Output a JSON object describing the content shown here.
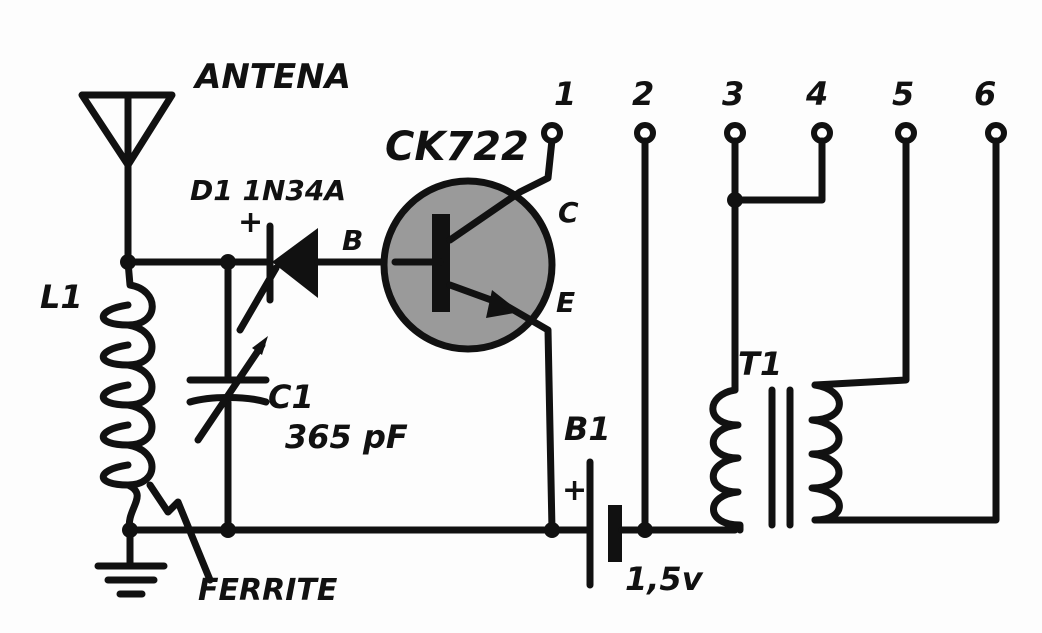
{
  "labels": {
    "antenna": "ANTENA",
    "transistor": "CK722",
    "diode": "D1 1N34A",
    "diode_plus": "+",
    "base": "B",
    "collector": "C",
    "emitter": "E",
    "coil": "L1",
    "capacitor": "C1",
    "capacitor_value": "365 pF",
    "battery": "B1",
    "battery_plus": "+",
    "battery_voltage": "1,5v",
    "transformer": "T1",
    "ferrite": "FERRITE"
  },
  "terminals": [
    "1",
    "2",
    "3",
    "4",
    "5",
    "6"
  ],
  "colors": {
    "ink": "#111111",
    "transistor_fill": "#9a9a9a"
  }
}
